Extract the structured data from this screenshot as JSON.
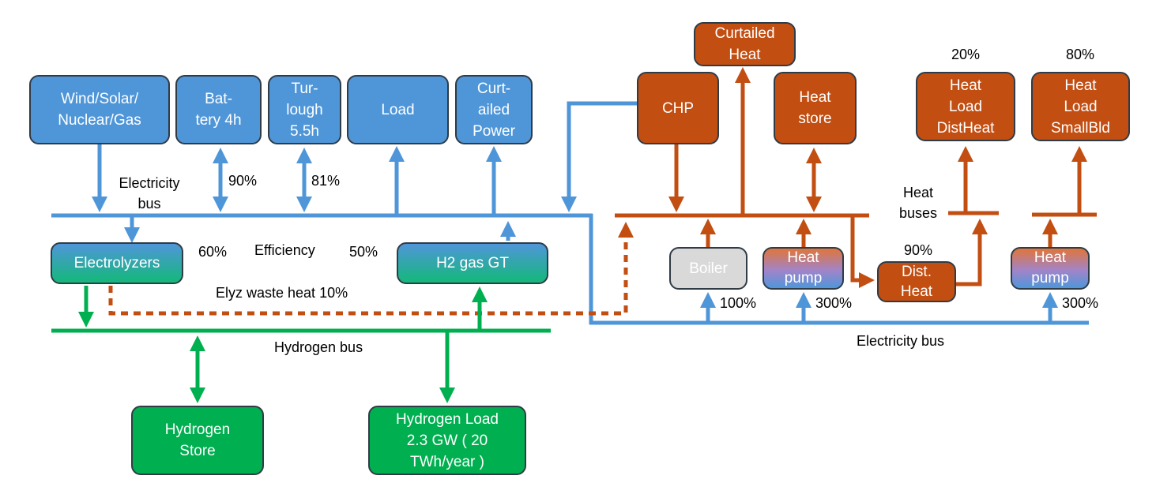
{
  "nodes": {
    "wind_solar": "Wind/Solar/\nNuclear/Gas",
    "battery": "Bat-\ntery 4h",
    "turlough": "Tur-\nlough\n5.5h",
    "load": "Load",
    "curtailed_power": "Curt-\nailed\nPower",
    "chp": "CHP",
    "curtailed_heat": "Curtailed\nHeat",
    "heat_store": "Heat\nstore",
    "heat_load_distheat": "Heat\nLoad\nDistHeat",
    "heat_load_smallbld": "Heat\nLoad\nSmallBld",
    "electrolyzers": "Electrolyzers",
    "h2_gas_gt": "H2 gas GT",
    "boiler": "Boiler",
    "heat_pump_1": "Heat\npump",
    "dist_heat": "Dist.\nHeat",
    "heat_pump_2": "Heat\npump",
    "hydrogen_store": "Hydrogen\nStore",
    "hydrogen_load": "Hydrogen Load\n2.3 GW ( 20\nTWh/year )"
  },
  "labels": {
    "electricity_bus_top": "Electricity\nbus",
    "battery_eff": "90%",
    "turlough_eff": "81%",
    "electrolyzer_eff": "60%",
    "efficiency": "Efficiency",
    "gt_eff": "50%",
    "elyz_waste_heat": "Elyz waste heat 10%",
    "hydrogen_bus": "Hydrogen bus",
    "heat_buses": "Heat\nbuses",
    "distheat_share": "20%",
    "smallbld_share": "80%",
    "dist_heat_eff": "90%",
    "boiler_eff": "100%",
    "heat_pump_1_cop": "300%",
    "heat_pump_2_cop": "300%",
    "electricity_bus_bottom": "Electricity bus"
  },
  "colors": {
    "electricity": "#4f96d9",
    "heat": "#c24e12",
    "hydrogen": "#00b050"
  }
}
